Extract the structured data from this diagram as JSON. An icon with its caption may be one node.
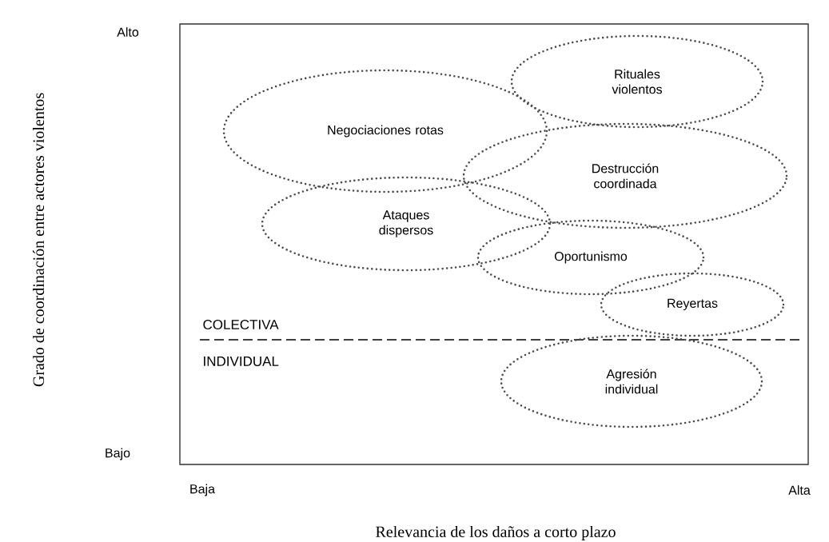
{
  "diagram": {
    "nodes": [
      {
        "text": [
          "Rituales violentos"
        ]
      },
      {
        "text": [
          "Negociaciones rotas"
        ]
      },
      {
        "text": [
          "Destrucción coordinada"
        ]
      },
      {
        "text": [
          "Ataques dispersos"
        ]
      },
      {
        "text": [
          "Oportunismo"
        ]
      },
      {
        "text": [
          "Reyertas"
        ]
      },
      {
        "text": [
          "Agresión individual"
        ]
      }
    ],
    "labels": [
      "Alto",
      "Grado de coordinación entre actores violentos",
      "COLECTIVA",
      "INDIVIDUAL",
      "Bajo",
      "Baja",
      "Alta",
      "Relevancia de los daños a corto plazo"
    ]
  }
}
